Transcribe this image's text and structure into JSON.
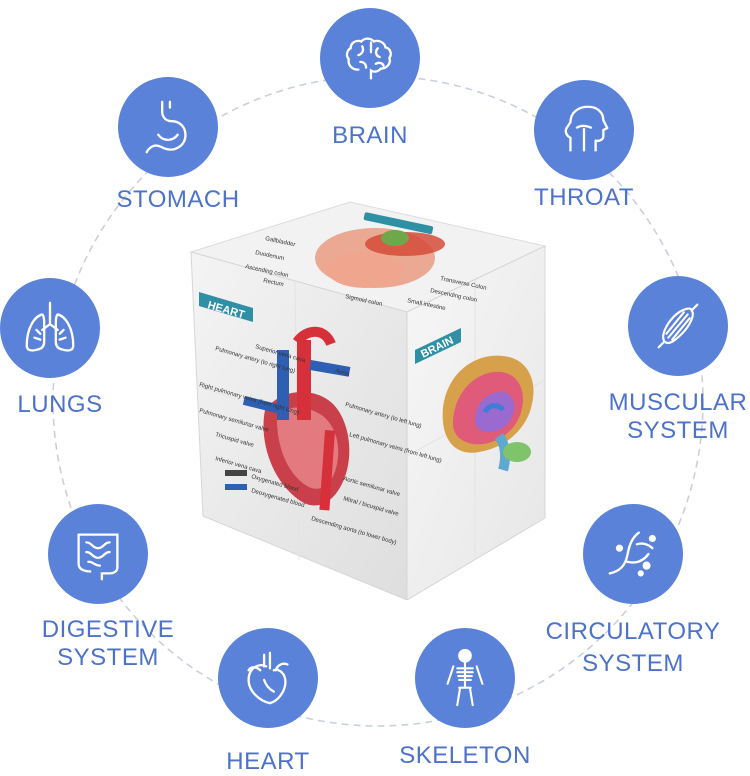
{
  "colors": {
    "accent": "#5b82d9",
    "label": "#4d72c9",
    "ring": "#c9d0dc",
    "teal": "#2e8fa5"
  },
  "systems": [
    {
      "key": "brain",
      "icon": "brain-icon",
      "lines": [
        "BRAIN"
      ]
    },
    {
      "key": "throat",
      "icon": "throat-icon",
      "lines": [
        "THROAT"
      ]
    },
    {
      "key": "muscular",
      "icon": "muscle-icon",
      "lines": [
        "MUSCULAR",
        "SYSTEM"
      ]
    },
    {
      "key": "circulatory",
      "icon": "blood-vessel-icon",
      "lines": [
        "CIRCULATORY",
        "SYSTEM"
      ]
    },
    {
      "key": "skeleton",
      "icon": "skeleton-icon",
      "lines": [
        "SKELETON"
      ]
    },
    {
      "key": "heart",
      "icon": "heart-icon",
      "lines": [
        "HEART"
      ]
    },
    {
      "key": "digestive",
      "icon": "intestine-icon",
      "lines": [
        "DIGESTIVE",
        "SYSTEM"
      ]
    },
    {
      "key": "lungs",
      "icon": "lungs-icon",
      "lines": [
        "LUNGS"
      ]
    },
    {
      "key": "stomach",
      "icon": "stomach-icon",
      "lines": [
        "STOMACH"
      ]
    }
  ],
  "cube": {
    "front_title": "HEART",
    "right_title": "BRAIN",
    "heart_labels": [
      "Superior vena cava",
      "Aorta",
      "Pulmonary artery (to right lung)",
      "Pulmonary artery (to left lung)",
      "Left pulmonary veins (from left lung)",
      "Right pulmonary veins (from right lung)",
      "Pulmonary semilunar valve",
      "Tricuspid valve",
      "Inferior vena cava",
      "Aortic semilunar valve",
      "Mitral / bicuspid valve",
      "Descending aorta (to lower body)",
      "Oxygenated blood",
      "Deoxygenated blood"
    ],
    "top_labels": [
      "Gallbladder",
      "Duodenum",
      "Ascending colon",
      "Transverse Colon",
      "Descending colon",
      "Small intestine",
      "Sigmoid colon",
      "Rectum"
    ]
  }
}
